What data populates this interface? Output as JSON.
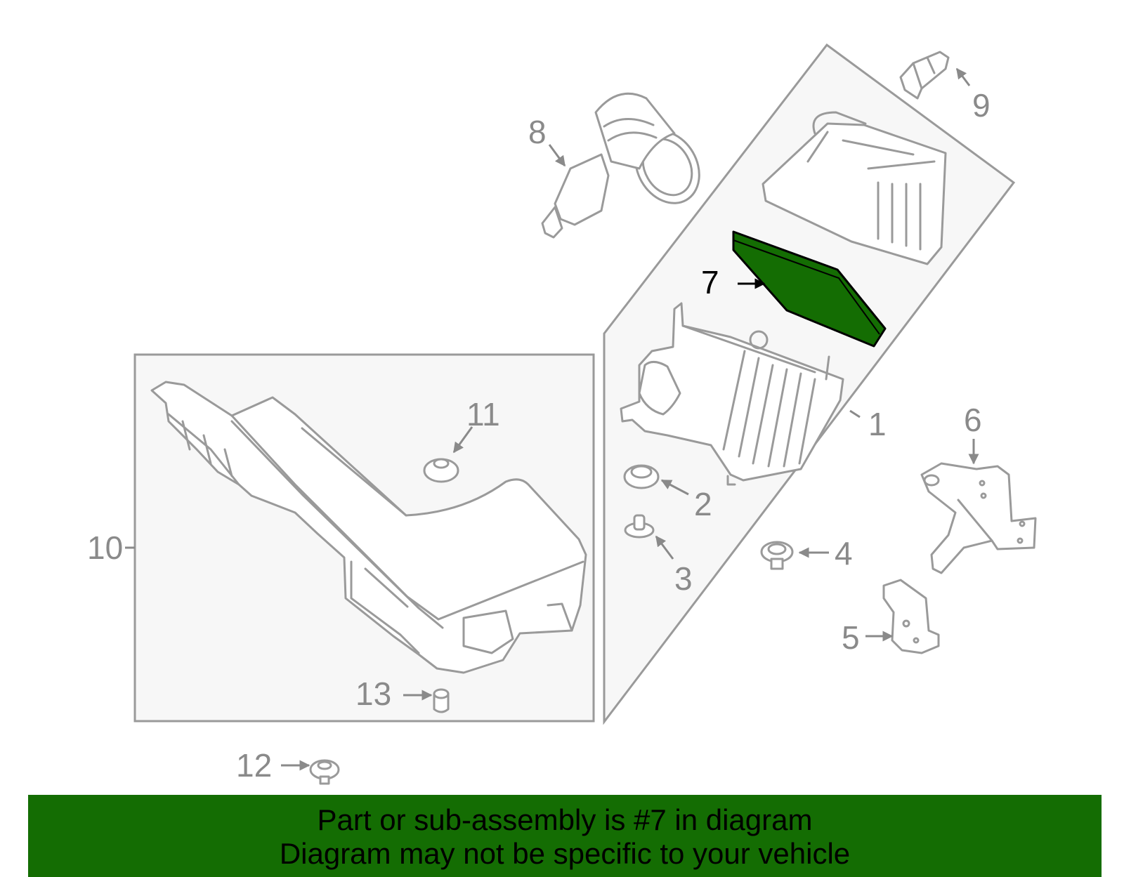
{
  "diagram": {
    "highlight_color": "#146d03",
    "highlighted_part": "7",
    "callouts": [
      "1",
      "2",
      "3",
      "4",
      "5",
      "6",
      "7",
      "8",
      "9",
      "10",
      "11",
      "12",
      "13"
    ]
  },
  "banner": {
    "line1": "Part or sub-assembly is #7 in diagram",
    "line2": "Diagram may not be specific to your vehicle",
    "background": "#146d03"
  }
}
